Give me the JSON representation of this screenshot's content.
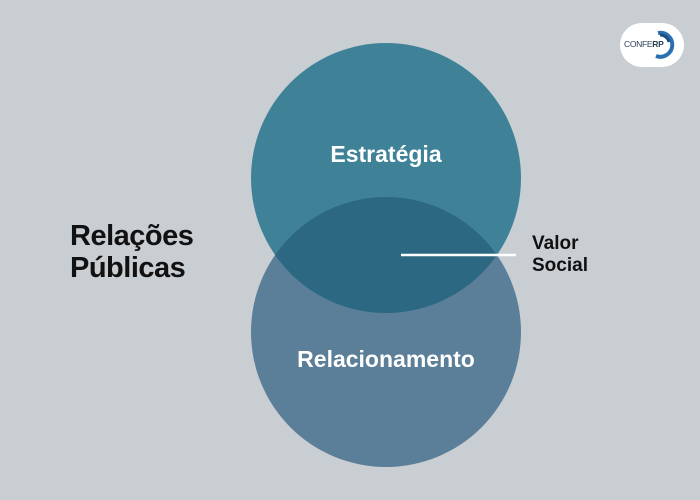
{
  "diagram": {
    "circles": [
      {
        "label": "Estratégia",
        "color": "#3f8298"
      },
      {
        "label": "Relacionamento",
        "color": "#5b7e99"
      }
    ],
    "overlap_color": "#2d6883",
    "side_title": {
      "line1": "Relações",
      "line2": "Públicas"
    },
    "callout": {
      "line1": "Valor",
      "line2": "Social"
    }
  },
  "logo": {
    "text_regular": "CONFE",
    "text_bold": "RP",
    "accent": "#2b6fb0"
  },
  "colors": {
    "background": "#c9ced3",
    "text": "#111111",
    "circle_text": "#ffffff"
  }
}
